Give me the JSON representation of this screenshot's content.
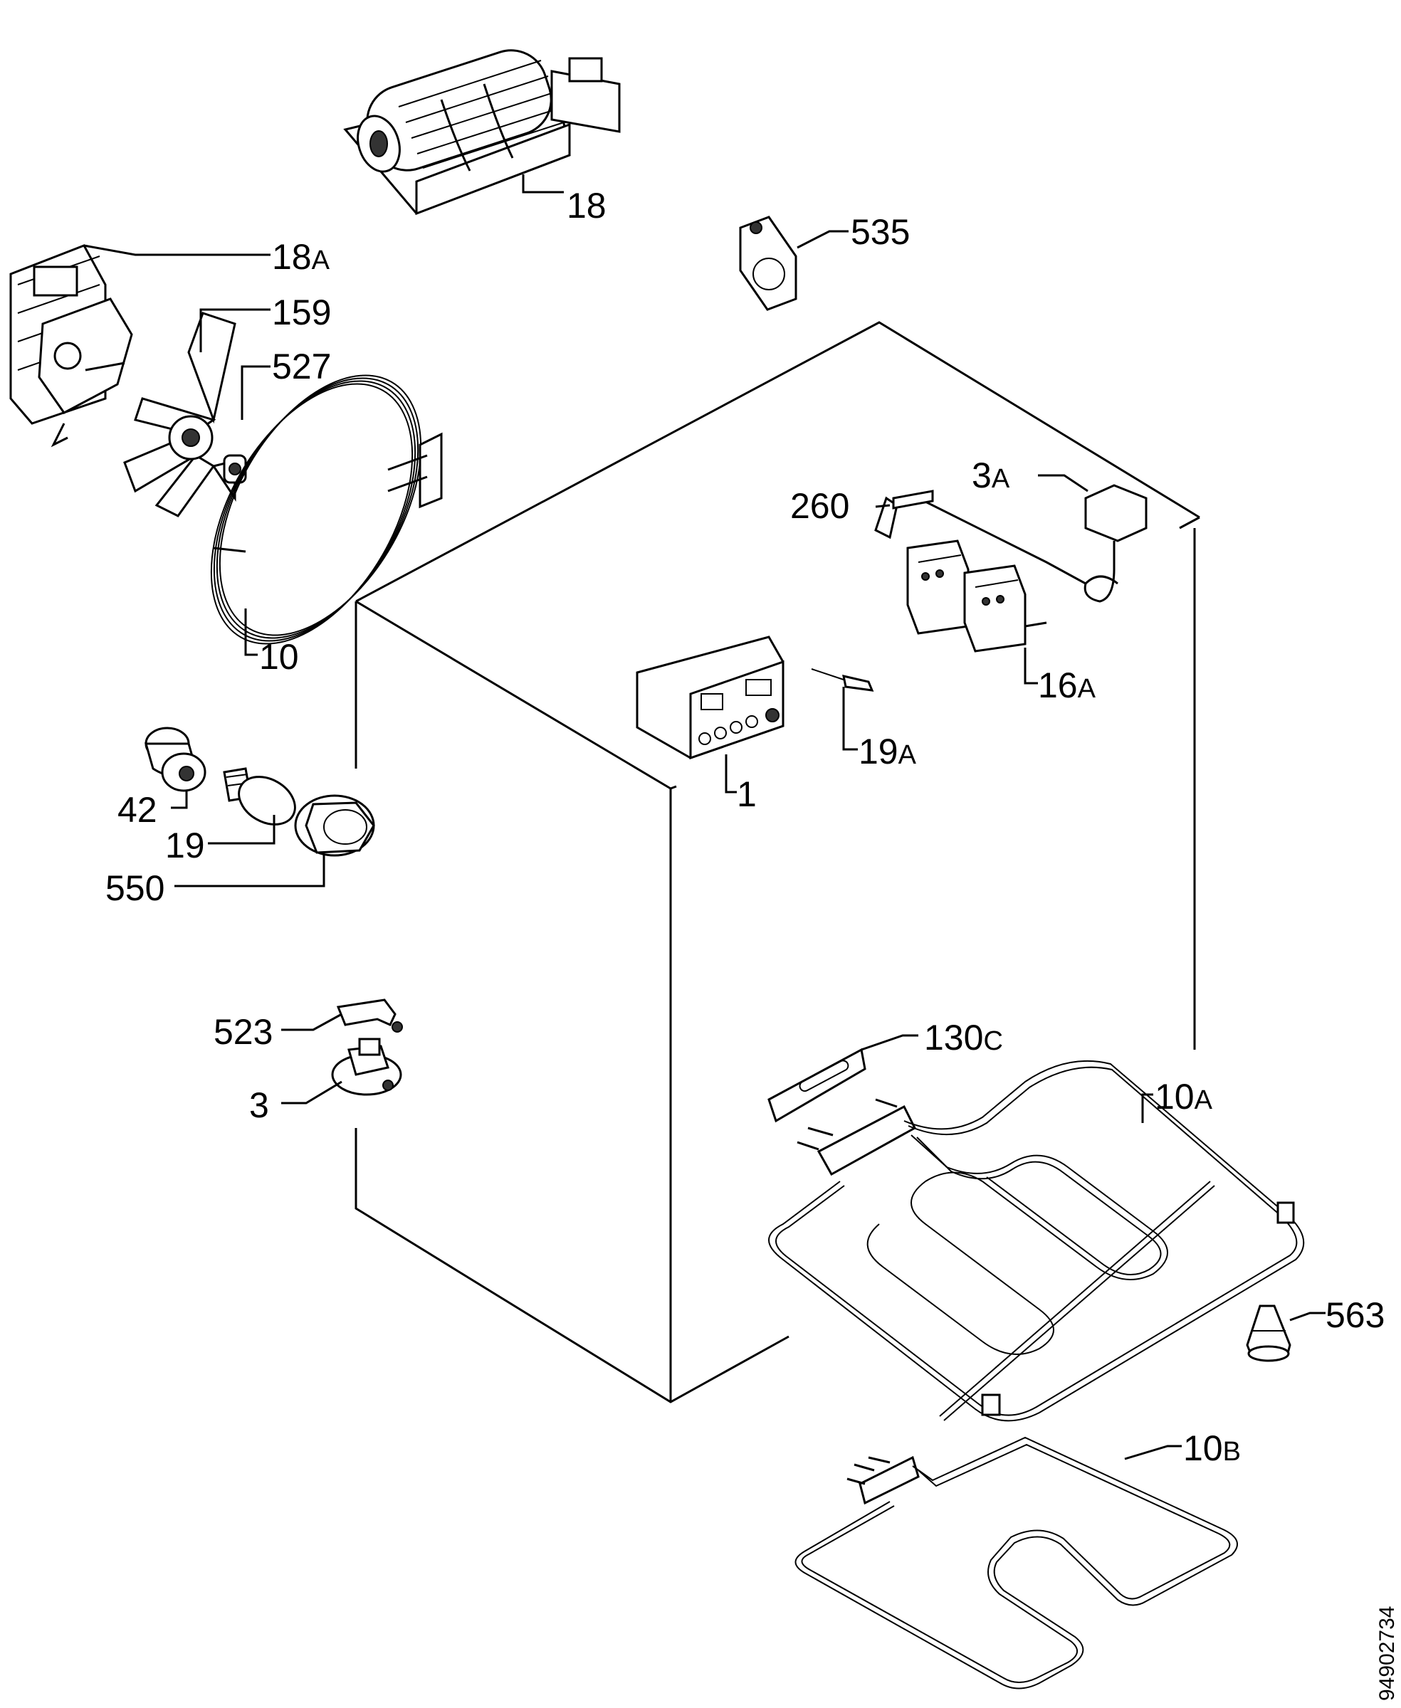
{
  "diagram": {
    "drawing_number": "94902734",
    "parts": [
      {
        "id": "p18",
        "number": "18",
        "suffix": ""
      },
      {
        "id": "p18a",
        "number": "18",
        "suffix": "A"
      },
      {
        "id": "p159",
        "number": "159",
        "suffix": ""
      },
      {
        "id": "p527",
        "number": "527",
        "suffix": ""
      },
      {
        "id": "p10",
        "number": "10",
        "suffix": ""
      },
      {
        "id": "p535",
        "number": "535",
        "suffix": ""
      },
      {
        "id": "p3a",
        "number": "3",
        "suffix": "A"
      },
      {
        "id": "p260",
        "number": "260",
        "suffix": ""
      },
      {
        "id": "p16a",
        "number": "16",
        "suffix": "A"
      },
      {
        "id": "p19a",
        "number": "19",
        "suffix": "A"
      },
      {
        "id": "p1",
        "number": "1",
        "suffix": ""
      },
      {
        "id": "p42",
        "number": "42",
        "suffix": ""
      },
      {
        "id": "p19",
        "number": "19",
        "suffix": ""
      },
      {
        "id": "p550",
        "number": "550",
        "suffix": ""
      },
      {
        "id": "p523",
        "number": "523",
        "suffix": ""
      },
      {
        "id": "p3",
        "number": "3",
        "suffix": ""
      },
      {
        "id": "p130c",
        "number": "130",
        "suffix": "C"
      },
      {
        "id": "p10a",
        "number": "10",
        "suffix": "A"
      },
      {
        "id": "p563",
        "number": "563",
        "suffix": ""
      },
      {
        "id": "p10b",
        "number": "10",
        "suffix": "B"
      }
    ]
  }
}
